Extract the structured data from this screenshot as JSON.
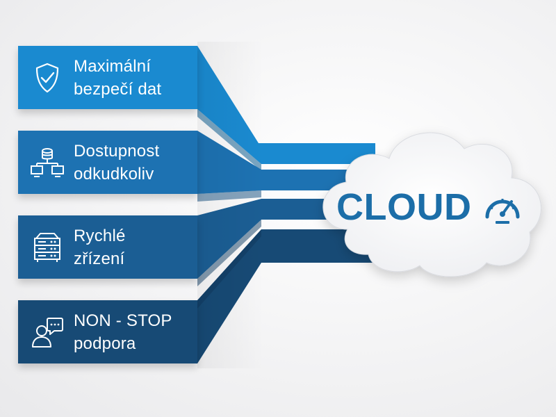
{
  "colors": {
    "panel1": "#1a8ad0",
    "panel2": "#1d72b2",
    "panel3": "#1b5e94",
    "panel4": "#174a75",
    "cloud_text": "#1c6ea8",
    "background": "#f2f2f3"
  },
  "features": [
    {
      "line1": "Maximální",
      "line2": "bezpečí dat",
      "icon": "shield-check-icon"
    },
    {
      "line1": "Dostupnost",
      "line2": "odkudkoliv",
      "icon": "database-network-icon"
    },
    {
      "line1": "Rychlé",
      "line2": "zřízení",
      "icon": "server-rack-icon"
    },
    {
      "line1": "NON - STOP",
      "line2": "podpora",
      "icon": "support-chat-icon"
    }
  ],
  "cloud": {
    "label": "CLOUD",
    "icon": "speedometer-icon"
  }
}
